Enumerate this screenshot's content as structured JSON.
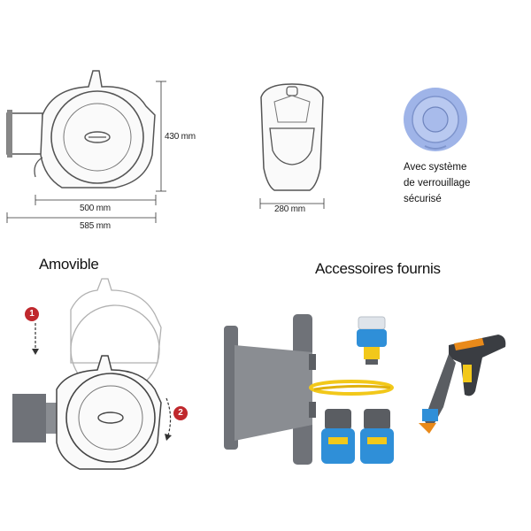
{
  "dimensions": {
    "height": "430 mm",
    "inner_width": "500 mm",
    "outer_width": "585 mm",
    "depth": "280 mm"
  },
  "lock_note": {
    "line1": "Avec système",
    "line2": "de verrouillage",
    "line3": "sécurisé"
  },
  "sections": {
    "removable": "Amovible",
    "accessories": "Accessoires fournis"
  },
  "steps": [
    "1",
    "2"
  ],
  "colors": {
    "reel_outline": "#555555",
    "bracket_gray": "#6f7278",
    "lock_blue": "#9fb4e8",
    "connector_blue": "#2f8fd8",
    "step_red": "#c0282d",
    "hose_yellow": "#f2c81a",
    "nozzle_orange": "#e98a1a"
  }
}
